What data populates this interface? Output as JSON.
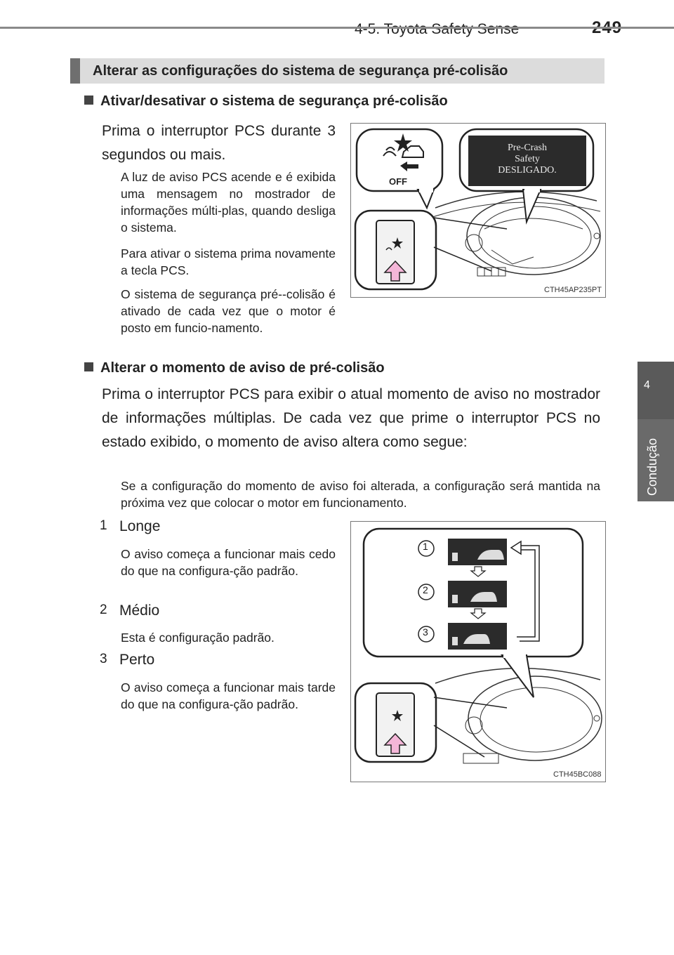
{
  "header": {
    "section": "4-5. Toyota Safety Sense",
    "page_number": "249"
  },
  "side_tab": {
    "number": "4",
    "label": "Condução"
  },
  "section_title": "Alterar as configurações do sistema de segurança pré-colisão",
  "block1": {
    "heading": "Ativar/desativar o sistema de segurança pré-colisão",
    "lead": "Prima o interruptor PCS durante 3 segundos ou mais.",
    "note1": "A luz de aviso PCS acende e é exibida uma mensagem no mostrador de informações múlti-plas, quando desliga o sistema.",
    "note2": "Para ativar o sistema prima novamente a tecla PCS.",
    "note3": "O sistema de segurança pré--colisão é ativado de cada vez que o motor é posto em funcio-namento.",
    "figure": {
      "icon_caption": "OFF",
      "display_lines": [
        "Pre-Crash",
        "Safety",
        "DESLIGADO."
      ],
      "code": "CTH45AP235PT"
    }
  },
  "block2": {
    "heading": "Alterar o momento de aviso de pré-colisão",
    "lead": "Prima o interruptor PCS para exibir o atual momento de aviso no mostrador de informações múltiplas. De cada vez que prime o interruptor PCS no estado exibido, o momento de aviso altera como segue:",
    "note": "Se a configuração do momento de aviso foi alterada, a configuração será mantida na próxima vez que colocar o motor em funcionamento.",
    "items": [
      {
        "number": "1",
        "label": "Longe",
        "desc": "O aviso começa a funcionar mais cedo do que na configura-ção padrão."
      },
      {
        "number": "2",
        "label": "Médio",
        "desc": "Esta é configuração padrão."
      },
      {
        "number": "3",
        "label": "Perto",
        "desc": "O aviso começa a funcionar mais tarde do que na configura-ção padrão."
      }
    ],
    "figure": {
      "callouts": [
        "1",
        "2",
        "3"
      ],
      "code": "CTH45BC088"
    }
  },
  "colors": {
    "title_bar_bg": "#dcdcdc",
    "title_bar_accent": "#6f6f6f",
    "side_tab": "#5a5a5a",
    "arrow_pink": "#f4b6d8"
  }
}
